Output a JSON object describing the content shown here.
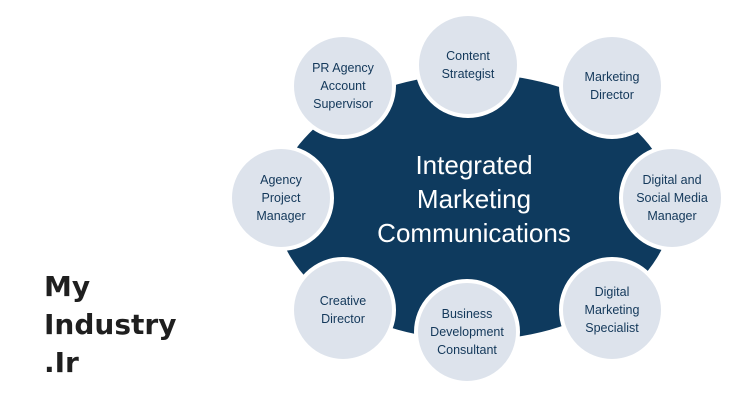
{
  "brand": {
    "line1": "My",
    "line2": "Industry",
    "line3": ".Ir"
  },
  "hub": {
    "line1": "Integrated",
    "line2": "Marketing",
    "line3": "Communications"
  },
  "nodes": [
    {
      "label": "Content\nStrategist"
    },
    {
      "label": "Marketing\nDirector"
    },
    {
      "label": "Digital and\nSocial Media\nManager"
    },
    {
      "label": "Digital\nMarketing\nSpecialist"
    },
    {
      "label": "Business\nDevelopment\nConsultant"
    },
    {
      "label": "Creative\nDirector"
    },
    {
      "label": "Agency\nProject\nManager"
    },
    {
      "label": "PR Agency\nAccount\nSupervisor"
    }
  ],
  "colors": {
    "hub": "#0e3a5e",
    "node_fill": "#dde3ec",
    "node_text": "#13385a",
    "brand_text": "#1f1f1f"
  }
}
